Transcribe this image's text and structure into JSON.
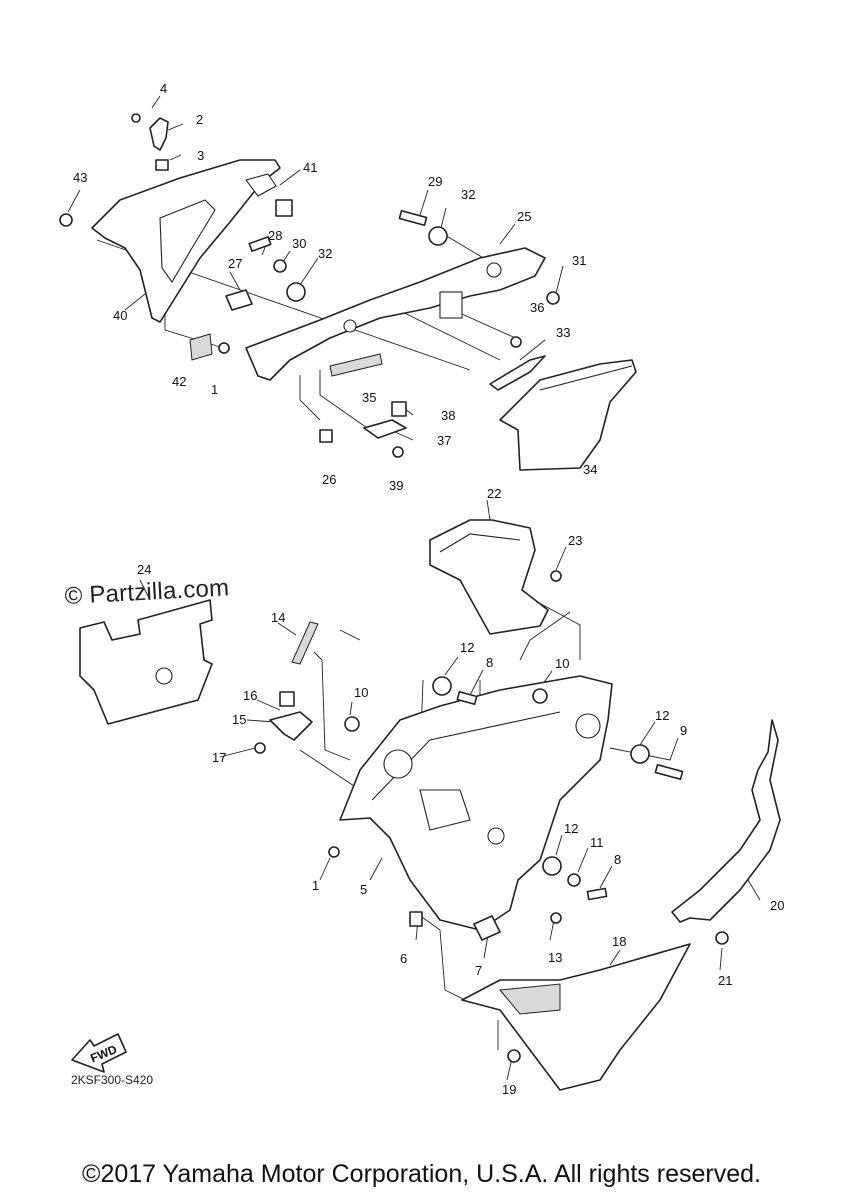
{
  "watermark": "© Partzilla.com",
  "diagram_code": "2KSF300-S420",
  "copyright": "©2017 Yamaha Motor Corporation, U.S.A. All rights reserved.",
  "fwd_label": "FWD",
  "part_numbers": [
    "1",
    "2",
    "3",
    "4",
    "5",
    "6",
    "7",
    "8",
    "9",
    "10",
    "11",
    "12",
    "13",
    "14",
    "15",
    "16",
    "17",
    "18",
    "19",
    "20",
    "21",
    "22",
    "23",
    "24",
    "25",
    "26",
    "27",
    "28",
    "29",
    "30",
    "31",
    "32",
    "33",
    "34",
    "35",
    "36",
    "37",
    "38",
    "39",
    "40",
    "41",
    "42",
    "43"
  ]
}
